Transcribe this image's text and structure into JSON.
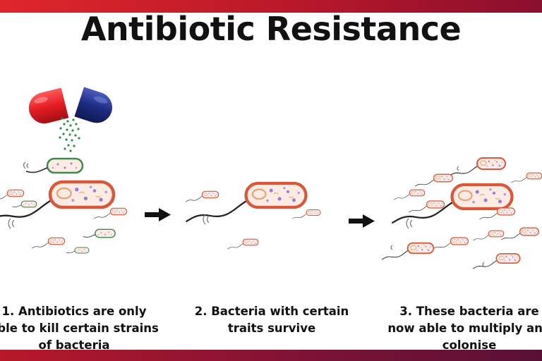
{
  "title": "Antibiotic Resistance",
  "steps": [
    {
      "line1": "1.  Antibiotics are only",
      "line2": "able to kill certain strains",
      "line3": "of bacteria"
    },
    {
      "line1": "2.  Bacteria with certain",
      "line2": "traits survive"
    },
    {
      "line1": "3.  These bacteria are",
      "line2": "now able to multiply and",
      "line3": "colonise"
    }
  ],
  "colors": {
    "accent_red": "#e0262b",
    "capsule_blue": "#1e2a80",
    "resistant_outline": "#d9573a",
    "susceptible_outline": "#3c8a4e",
    "bacteria_fill": "#fcebe2"
  }
}
